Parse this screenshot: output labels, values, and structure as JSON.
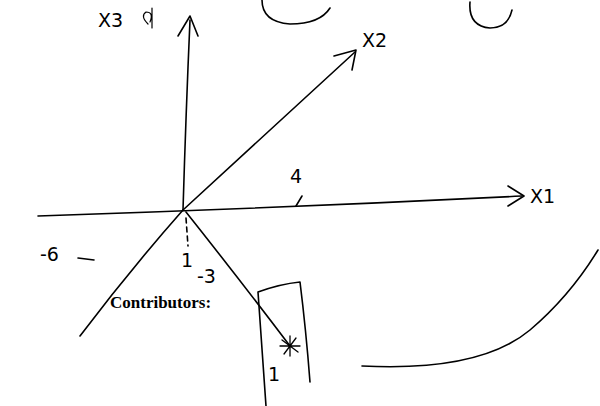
{
  "diagram": {
    "labels": [
      "X3",
      "X2",
      "X1",
      "4",
      "-6",
      "1",
      "-3",
      "1",
      "Contributors:"
    ]
  }
}
